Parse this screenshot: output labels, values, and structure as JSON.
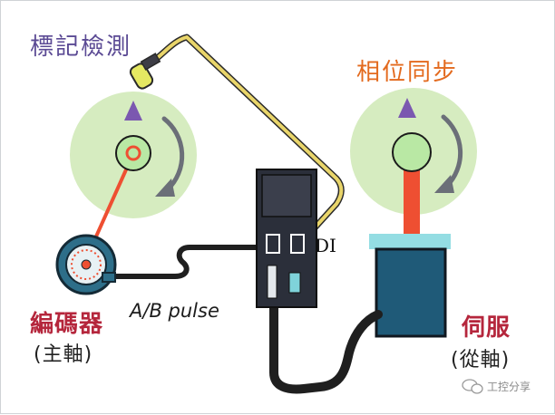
{
  "labels": {
    "mark_detect": "標記檢測",
    "phase_sync": "相位同步",
    "encoder": "編碼器",
    "master_axis": "(主軸)",
    "servo": "伺服",
    "slave_axis": "(從軸)",
    "pulse": "A/B pulse",
    "di": "DI",
    "watermark": "工控分享"
  },
  "colors": {
    "disc": "#d6ecc0",
    "hub": "#b9e8a4",
    "red_arm": "#ee4f32",
    "purple": "#7b58b0",
    "servo_body": "#1f5a78",
    "servo_cap": "#94dde3",
    "drive": "#2b2f3a",
    "cable": "#222222",
    "sensor_cable": "#e9d56a",
    "encoder": "#2d6e89"
  }
}
